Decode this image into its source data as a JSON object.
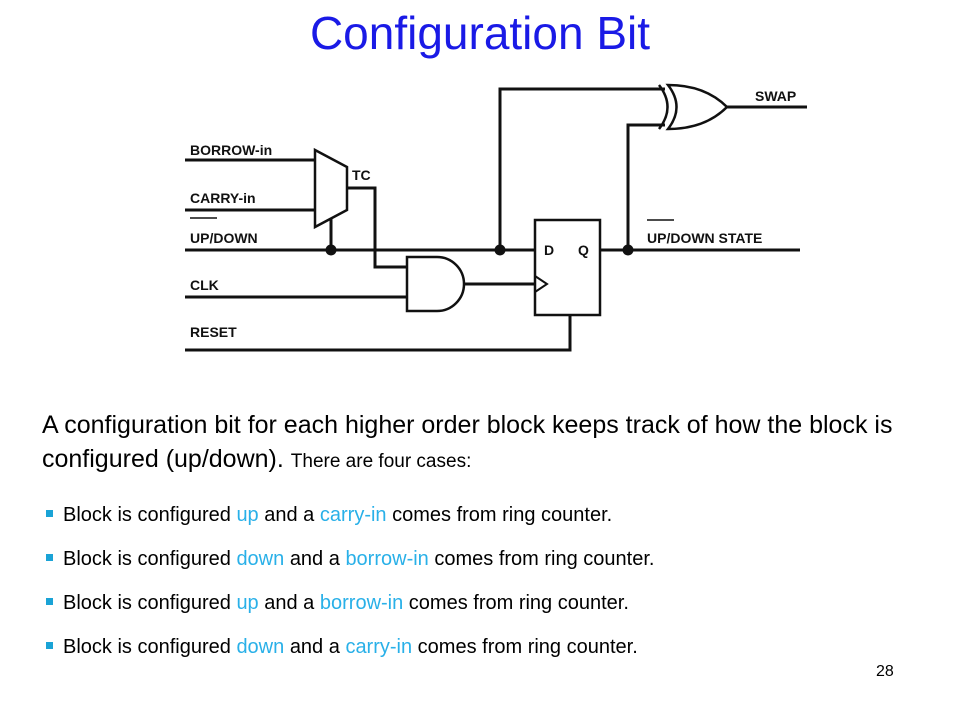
{
  "slide": {
    "title": "Configuration Bit",
    "page_number": "28"
  },
  "diagram": {
    "labels": {
      "borrow_in": "BORROW-in",
      "carry_in": "CARRY-in",
      "up_down": "UP/DOWN",
      "clk": "CLK",
      "reset": "RESET",
      "tc": "TC",
      "d": "D",
      "q": "Q",
      "swap": "SWAP",
      "up_down_state": "UP/DOWN STATE"
    }
  },
  "text": {
    "intro_main": "A configuration bit for each higher order block keeps track of how the block is configured (up/down).",
    "intro_small": "There are four cases:"
  },
  "cases": [
    {
      "pre": "Block is configured",
      "dir": "up",
      "mid": "and a",
      "input": "carry-in",
      "post": "comes from ring counter."
    },
    {
      "pre": "Block is configured",
      "dir": "down",
      "mid": "and a",
      "input": "borrow-in",
      "post": "comes from ring counter."
    },
    {
      "pre": "Block is configured",
      "dir": "up",
      "mid": "and a",
      "input": "borrow-in",
      "post": "comes from ring counter."
    },
    {
      "pre": "Block is configured",
      "dir": "down",
      "mid": "and a",
      "input": "carry-in",
      "post": "comes from ring counter."
    }
  ],
  "colors": {
    "title": "#1a1ae6",
    "highlight": "#29b0e8",
    "bullet": "#1aa3d6"
  }
}
